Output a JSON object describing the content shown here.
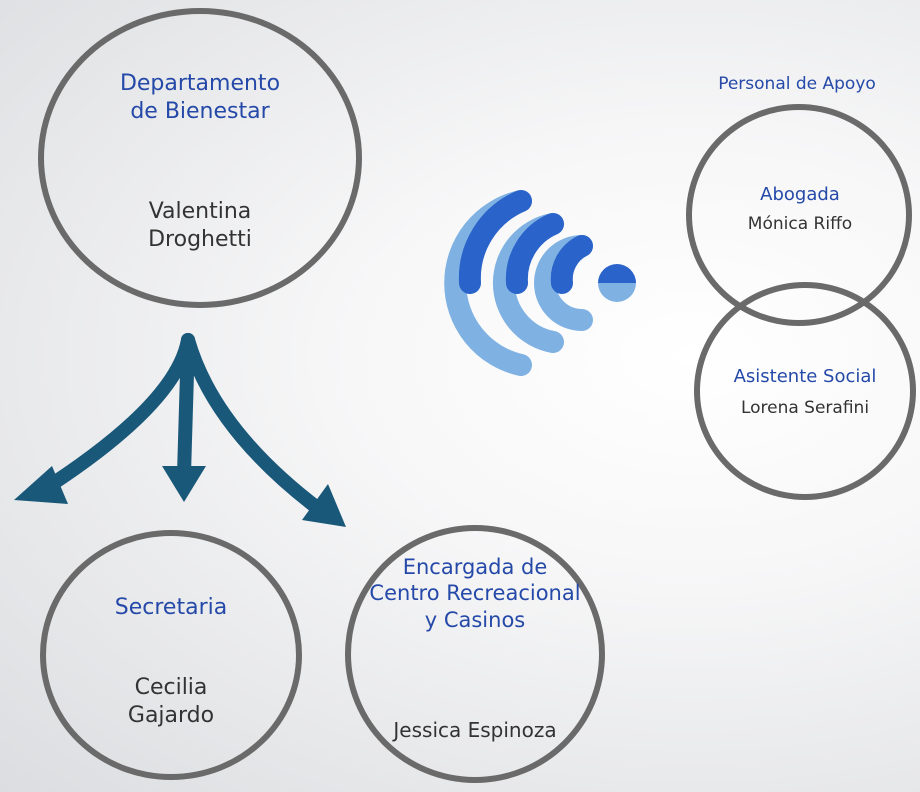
{
  "colors": {
    "circle_stroke": "#6a6a6a",
    "title_text": "#2549a8",
    "name_text": "#333333",
    "arrow": "#1a587a",
    "signal_dark": "#2a63c9",
    "signal_light": "#7fb2e3"
  },
  "icons": {
    "signal": "wireless-signal-icon",
    "arrows": "branching-arrows-icon"
  },
  "welfare_department": {
    "title_line1": "Departamento",
    "title_line2": "de Bienestar",
    "name_line1": "Valentina",
    "name_line2": "Droghetti"
  },
  "secretary": {
    "title": "Secretaria",
    "name_line1": "Cecilia",
    "name_line2": "Gajardo"
  },
  "recreation_manager": {
    "title_line1": "Encargada de",
    "title_line2": "Centro Recreacional",
    "title_line3": "y Casinos",
    "name": "Jessica Espinoza"
  },
  "support_staff": {
    "heading": "Personal de Apoyo",
    "lawyer": {
      "title": "Abogada",
      "name": "Mónica Riffo"
    },
    "social_worker": {
      "title": "Asistente Social",
      "name": "Lorena Serafini"
    }
  }
}
